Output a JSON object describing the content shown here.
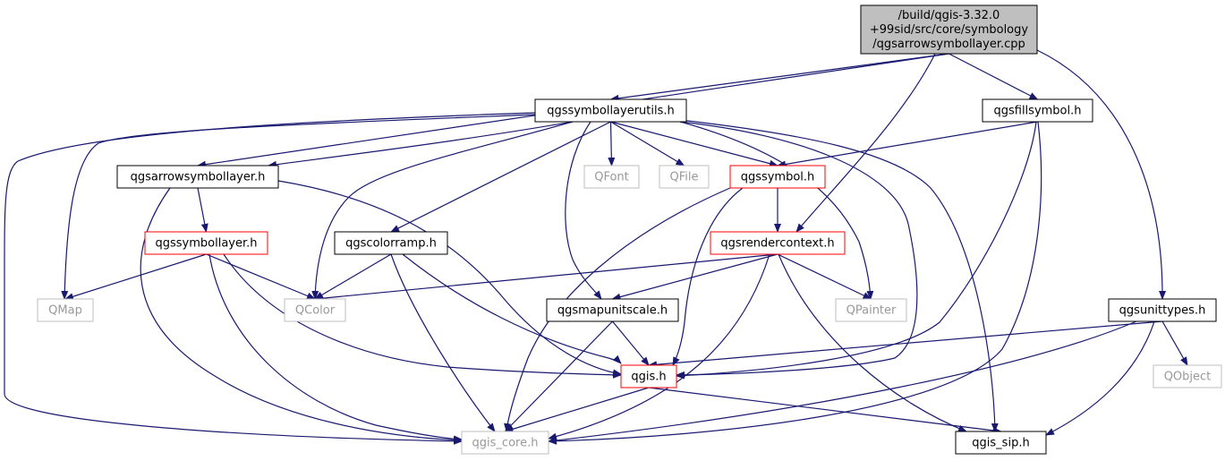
{
  "colors": {
    "edge": "#191970",
    "root_fill": "#bfbfbf",
    "normal_border": "#000000",
    "red_border": "#ff0000",
    "grey_border": "#bfbfbf",
    "grey_text": "#999999",
    "text": "#000000"
  },
  "nodes": [
    {
      "id": "root",
      "style": "root",
      "lines": [
        "/build/qgis-3.32.0",
        "+99sid/src/core/symbology",
        "/qgsarrowsymbollayer.cpp"
      ]
    },
    {
      "id": "qgssymbollayerutils",
      "style": "normal",
      "lines": [
        "qgssymbollayerutils.h"
      ]
    },
    {
      "id": "qgsfillsymbol",
      "style": "normal",
      "lines": [
        "qgsfillsymbol.h"
      ]
    },
    {
      "id": "qgsarrowsymbollayer",
      "style": "normal",
      "lines": [
        "qgsarrowsymbollayer.h"
      ]
    },
    {
      "id": "qfont",
      "style": "grey",
      "lines": [
        "QFont"
      ]
    },
    {
      "id": "qfile",
      "style": "grey",
      "lines": [
        "QFile"
      ]
    },
    {
      "id": "qgssymbol",
      "style": "red",
      "lines": [
        "qgssymbol.h"
      ]
    },
    {
      "id": "qgssymbollayer",
      "style": "red",
      "lines": [
        "qgssymbollayer.h"
      ]
    },
    {
      "id": "qgscolorramp",
      "style": "normal",
      "lines": [
        "qgscolorramp.h"
      ]
    },
    {
      "id": "qgsrendercontext",
      "style": "red",
      "lines": [
        "qgsrendercontext.h"
      ]
    },
    {
      "id": "qmap",
      "style": "grey",
      "lines": [
        "QMap"
      ]
    },
    {
      "id": "qcolor",
      "style": "grey",
      "lines": [
        "QColor"
      ]
    },
    {
      "id": "qgsmapunitscale",
      "style": "normal",
      "lines": [
        "qgsmapunitscale.h"
      ]
    },
    {
      "id": "qpainter",
      "style": "grey",
      "lines": [
        "QPainter"
      ]
    },
    {
      "id": "qgsunittypes",
      "style": "normal",
      "lines": [
        "qgsunittypes.h"
      ]
    },
    {
      "id": "qgis",
      "style": "red",
      "lines": [
        "qgis.h"
      ]
    },
    {
      "id": "qobject",
      "style": "grey",
      "lines": [
        "QObject"
      ]
    },
    {
      "id": "qgis_core",
      "style": "grey",
      "lines": [
        "qgis_core.h"
      ]
    },
    {
      "id": "qgis_sip",
      "style": "normal",
      "lines": [
        "qgis_sip.h"
      ]
    }
  ],
  "edges": [
    {
      "from": "root",
      "to": "qgssymbollayerutils"
    },
    {
      "from": "root",
      "to": "qgsfillsymbol"
    },
    {
      "from": "root",
      "to": "qgsarrowsymbollayer"
    },
    {
      "from": "root",
      "to": "qgsrendercontext"
    },
    {
      "from": "root",
      "to": "qgsunittypes"
    },
    {
      "from": "qgssymbollayerutils",
      "to": "qgsarrowsymbollayer"
    },
    {
      "from": "qgssymbollayerutils",
      "to": "qfont"
    },
    {
      "from": "qgssymbollayerutils",
      "to": "qfile"
    },
    {
      "from": "qgssymbollayerutils",
      "to": "qgssymbol"
    },
    {
      "from": "qgssymbollayerutils",
      "to": "qgscolorramp"
    },
    {
      "from": "qgssymbollayerutils",
      "to": "qgsmapunitscale"
    },
    {
      "from": "qgssymbollayerutils",
      "to": "qmap"
    },
    {
      "from": "qgssymbollayerutils",
      "to": "qcolor"
    },
    {
      "from": "qgssymbollayerutils",
      "to": "qpainter"
    },
    {
      "from": "qgssymbollayerutils",
      "to": "qgis"
    },
    {
      "from": "qgssymbollayerutils",
      "to": "qgis_core"
    },
    {
      "from": "qgssymbollayerutils",
      "to": "qgis_sip"
    },
    {
      "from": "qgsfillsymbol",
      "to": "qgssymbol"
    },
    {
      "from": "qgsfillsymbol",
      "to": "qgis"
    },
    {
      "from": "qgsfillsymbol",
      "to": "qgis_core"
    },
    {
      "from": "qgsarrowsymbollayer",
      "to": "qgssymbollayer"
    },
    {
      "from": "qgsarrowsymbollayer",
      "to": "qgis"
    },
    {
      "from": "qgsarrowsymbollayer",
      "to": "qgis_core"
    },
    {
      "from": "qgssymbol",
      "to": "qgsrendercontext"
    },
    {
      "from": "qgssymbol",
      "to": "qgis"
    },
    {
      "from": "qgssymbol",
      "to": "qgis_core"
    },
    {
      "from": "qgssymbollayer",
      "to": "qmap"
    },
    {
      "from": "qgssymbollayer",
      "to": "qcolor"
    },
    {
      "from": "qgssymbollayer",
      "to": "qgis"
    },
    {
      "from": "qgssymbollayer",
      "to": "qgis_core"
    },
    {
      "from": "qgscolorramp",
      "to": "qcolor"
    },
    {
      "from": "qgscolorramp",
      "to": "qgis"
    },
    {
      "from": "qgscolorramp",
      "to": "qgis_core"
    },
    {
      "from": "qgsrendercontext",
      "to": "qcolor"
    },
    {
      "from": "qgsrendercontext",
      "to": "qgsmapunitscale"
    },
    {
      "from": "qgsrendercontext",
      "to": "qpainter"
    },
    {
      "from": "qgsrendercontext",
      "to": "qgis_core"
    },
    {
      "from": "qgsrendercontext",
      "to": "qgis_sip"
    },
    {
      "from": "qgsmapunitscale",
      "to": "qgis"
    },
    {
      "from": "qgsmapunitscale",
      "to": "qgis_core"
    },
    {
      "from": "qgsunittypes",
      "to": "qgis"
    },
    {
      "from": "qgsunittypes",
      "to": "qobject"
    },
    {
      "from": "qgsunittypes",
      "to": "qgis_core"
    },
    {
      "from": "qgsunittypes",
      "to": "qgis_sip"
    },
    {
      "from": "qgis",
      "to": "qgis_core"
    },
    {
      "from": "qgis",
      "to": "qgis_sip"
    }
  ]
}
